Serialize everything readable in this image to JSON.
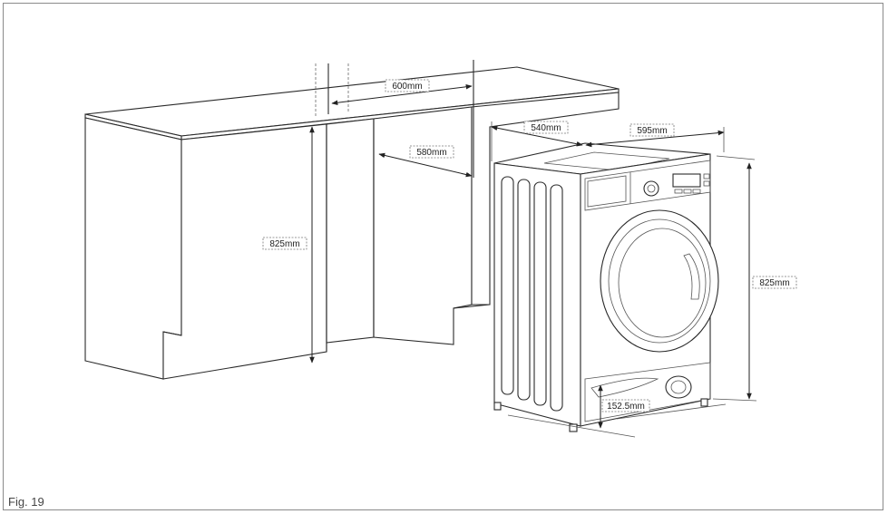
{
  "figure": {
    "label": "Fig. 19"
  },
  "dimensions": {
    "niche_width": "600mm",
    "niche_depth": "580mm",
    "niche_height": "825mm",
    "machine_depth": "540mm",
    "machine_width": "595mm",
    "machine_height": "825mm",
    "plinth_height": "152.5mm"
  }
}
